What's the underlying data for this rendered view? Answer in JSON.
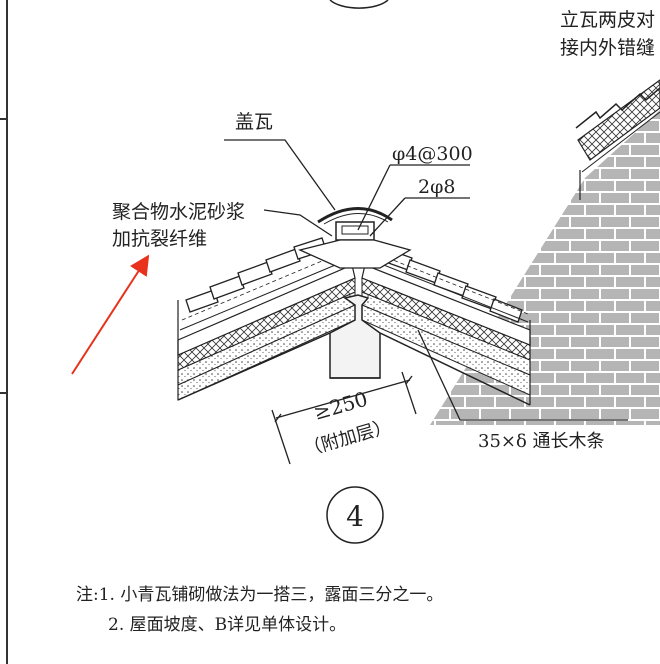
{
  "labels": {
    "top_right_line1": "立瓦两皮对",
    "top_right_line2": "接内外错缝",
    "cover_tile": "盖瓦",
    "rebar_spacing": "φ4@300",
    "rebar_count": "2φ8",
    "mortar_line1": "聚合物水泥砂浆",
    "mortar_line2": "加抗裂纤维",
    "min_width": "≥250",
    "additional_layer": "（附加层）",
    "timber_strip": "35×δ 通长木条",
    "detail_number": "4"
  },
  "notes": {
    "line1": "注:1. 小青瓦铺砌做法为一搭三，露面三分之一。",
    "line2": "2. 屋面坡度、B详见单体设计。"
  },
  "colors": {
    "ink": "#222222",
    "arrow": "#e8321e",
    "hatch": "#9a9a9a"
  }
}
